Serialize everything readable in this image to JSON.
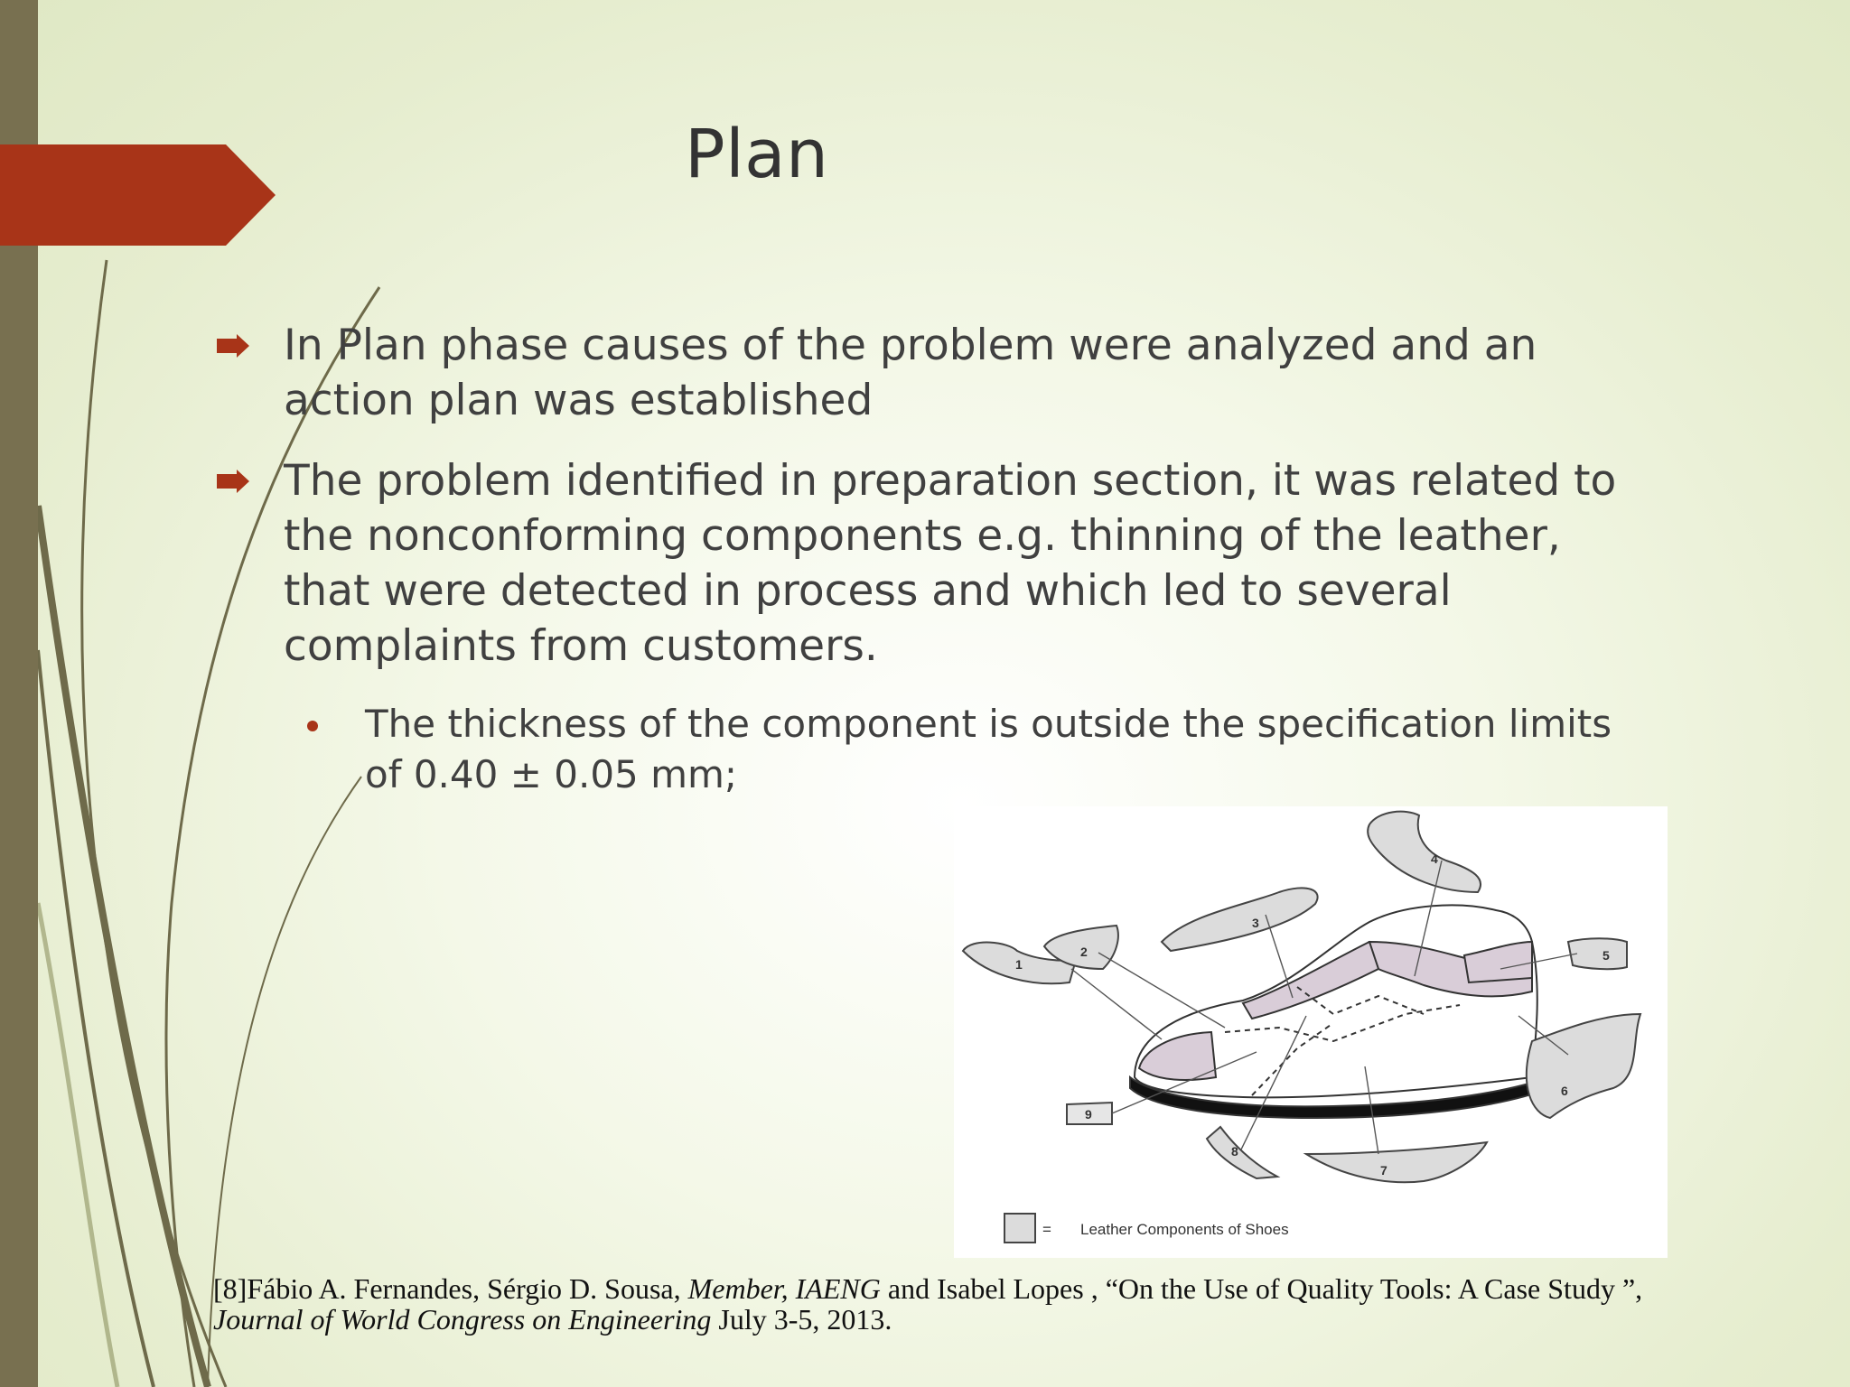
{
  "slide": {
    "title": "Plan",
    "bullets": [
      {
        "text": "In Plan phase causes of the problem were analyzed and an action plan was established"
      },
      {
        "text": "The problem identified in preparation section, it was related to the nonconforming components e.g. thinning of the leather, that were detected in process and which led to several complaints from customers."
      }
    ],
    "sub_bullets": [
      {
        "text": "The thickness of the component is outside the specification limits of 0.40 ± 0.05 mm;"
      }
    ],
    "figure": {
      "component_numbers": [
        "1",
        "2",
        "3",
        "4",
        "5",
        "6",
        "7",
        "8",
        "9"
      ],
      "legend_symbol": "=",
      "legend_label": "Leather Components of Shoes"
    },
    "citation": {
      "part1": "[8]Fábio A. Fernandes, Sérgio D. Sousa, ",
      "part2_italic": "Member, IAENG",
      "part3": " and Isabel Lopes , “On the Use of Quality Tools: A Case Study ”, ",
      "part4_italic": "Journal of  World Congress on Engineering",
      "part5": "  July 3-5, 2013."
    },
    "colors": {
      "accent_red": "#a83418",
      "side_bar": "#787050",
      "line_olive": "#6e6a4a"
    }
  }
}
